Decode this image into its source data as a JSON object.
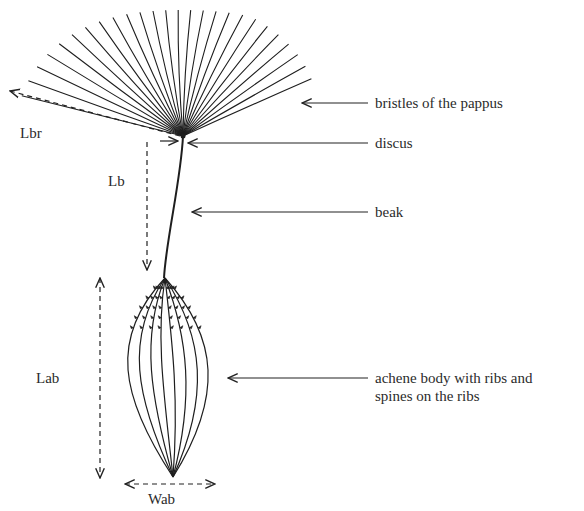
{
  "diagram": {
    "labels": [
      "bristles of the pappus",
      "discus",
      "beak",
      "achene body with ribs and spines on the ribs",
      "Lbr",
      "Lb",
      "Lab",
      "Wab"
    ]
  }
}
